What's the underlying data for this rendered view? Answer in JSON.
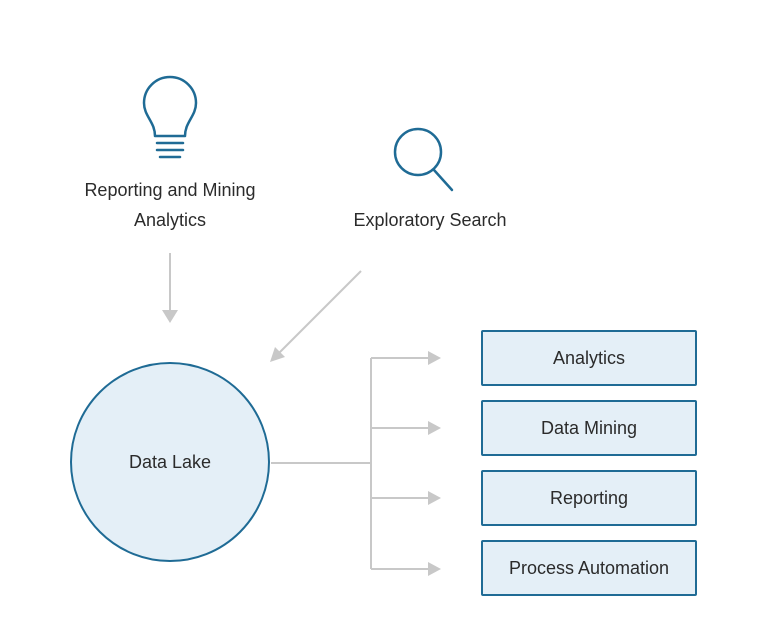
{
  "nodes": {
    "reporting_mining": {
      "line1": "Reporting and Mining",
      "line2": "Analytics",
      "icon": "lightbulb-icon"
    },
    "exploratory": {
      "label": "Exploratory Search",
      "icon": "magnifier-icon"
    },
    "data_lake": {
      "label": "Data Lake"
    },
    "outputs": [
      {
        "label": "Analytics"
      },
      {
        "label": "Data Mining"
      },
      {
        "label": "Reporting"
      },
      {
        "label": "Process Automation"
      }
    ]
  },
  "colors": {
    "accent": "#1f6b95",
    "fill": "#e4eff7",
    "arrow": "#c8c8c8",
    "text": "#2b2b2b"
  }
}
